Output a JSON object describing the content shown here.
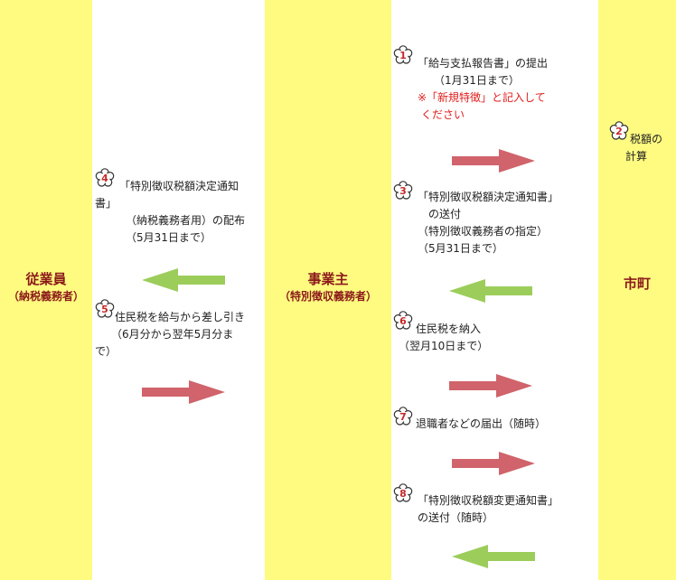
{
  "columns": {
    "employee": {
      "title": "従業員",
      "subtitle": "（納税義務者）"
    },
    "employer": {
      "title": "事業主",
      "subtitle": "（特別徴収義務者）"
    },
    "city": {
      "title": "市町"
    }
  },
  "steps": {
    "s1": {
      "num": "1",
      "line1": "「給与支払報告書」の提出",
      "line2": "（1月31日まで）",
      "note1": "※「新規特徴」と記入して",
      "note2": "ください"
    },
    "s2": {
      "num": "2",
      "line1": "税額の",
      "line2": "計算"
    },
    "s3": {
      "num": "3",
      "line1": "「特別徴収税額決定通知書」",
      "line2": "の送付",
      "line3": "（特別徴収義務者の指定）",
      "line4": "（5月31日まで）"
    },
    "s4": {
      "num": "4",
      "line1": "「特別徴収税額決定通知",
      "line2": "書」",
      "line3": "（納税義務者用）の配布",
      "line4": "（5月31日まで）"
    },
    "s5": {
      "num": "5",
      "line1": "住民税を給与から差し引き",
      "line2": "（6月分から翌年5月分ま",
      "line3": "で）"
    },
    "s6": {
      "num": "6",
      "line1": "住民税を納入",
      "line2": "（翌月10日まで）"
    },
    "s7": {
      "num": "7",
      "line1": "退職者などの届出（随時）"
    },
    "s8": {
      "num": "8",
      "line1": "「特別徴収税額変更通知書」",
      "line2": "の送付（随時）"
    }
  },
  "colors": {
    "column_bg": "#fffb80",
    "title": "#8b1a1a",
    "arrow_right": "#d0636b",
    "arrow_left": "#9ccd5b",
    "note_red": "#e01e1e"
  }
}
